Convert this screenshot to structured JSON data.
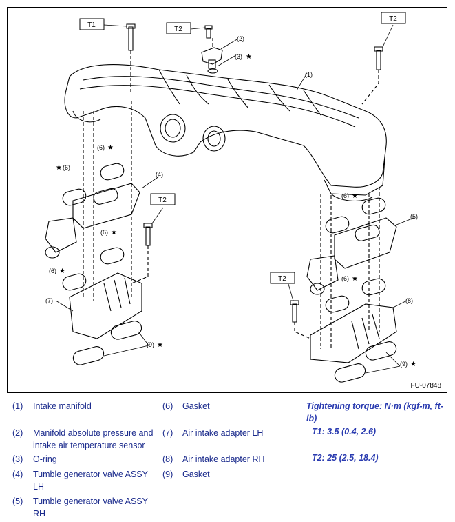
{
  "figure": {
    "id": "FU-07848",
    "torque_tags": [
      "T1",
      "T2",
      "T2",
      "T2",
      "T2"
    ],
    "callouts": [
      "(1)",
      "(2)",
      "(3)",
      "(4)",
      "(5)",
      "(6)",
      "(6)",
      "(6)",
      "(6)",
      "(6)",
      "(6)",
      "(7)",
      "(8)",
      "(9)",
      "(9)"
    ],
    "star": "★"
  },
  "legend": {
    "items": [
      {
        "num": "(1)",
        "label": "Intake manifold"
      },
      {
        "num": "(2)",
        "label": "Manifold absolute pressure and intake air temperature sensor"
      },
      {
        "num": "(3)",
        "label": "O-ring"
      },
      {
        "num": "(4)",
        "label": "Tumble generator valve ASSY LH"
      },
      {
        "num": "(5)",
        "label": "Tumble generator valve ASSY RH"
      },
      {
        "num": "(6)",
        "label": "Gasket"
      },
      {
        "num": "(7)",
        "label": "Air intake adapter LH"
      },
      {
        "num": "(8)",
        "label": "Air intake adapter RH"
      },
      {
        "num": "(9)",
        "label": "Gasket"
      }
    ],
    "torque": {
      "heading": "Tightening torque: N·m (kgf-m, ft-lb)",
      "t1": "T1: 3.5 (0.4, 2.6)",
      "t2": "T2: 25 (2.5, 18.4)"
    }
  }
}
